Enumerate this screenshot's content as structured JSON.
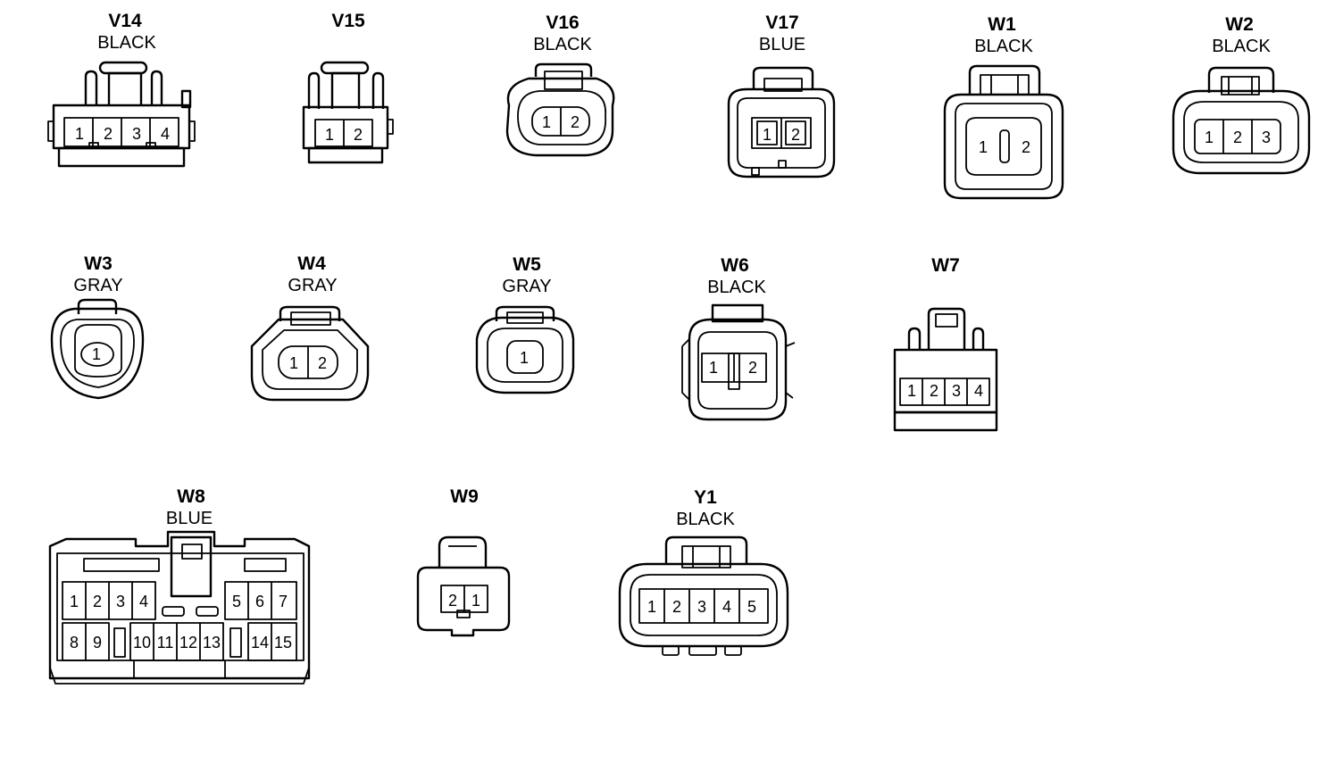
{
  "connectors": [
    {
      "code": "V14",
      "color": "BLACK",
      "pins": [
        "1",
        "2",
        "3",
        "4"
      ]
    },
    {
      "code": "V15",
      "color": "",
      "pins": [
        "1",
        "2"
      ]
    },
    {
      "code": "V16",
      "color": "BLACK",
      "pins": [
        "1",
        "2"
      ]
    },
    {
      "code": "V17",
      "color": "BLUE",
      "pins": [
        "1",
        "2"
      ]
    },
    {
      "code": "W1",
      "color": "BLACK",
      "pins": [
        "1",
        "2"
      ]
    },
    {
      "code": "W2",
      "color": "BLACK",
      "pins": [
        "1",
        "2",
        "3"
      ]
    },
    {
      "code": "W3",
      "color": "GRAY",
      "pins": [
        "1"
      ]
    },
    {
      "code": "W4",
      "color": "GRAY",
      "pins": [
        "1",
        "2"
      ]
    },
    {
      "code": "W5",
      "color": "GRAY",
      "pins": [
        "1"
      ]
    },
    {
      "code": "W6",
      "color": "BLACK",
      "pins": [
        "1",
        "2"
      ]
    },
    {
      "code": "W7",
      "color": "",
      "pins": [
        "1",
        "2",
        "3",
        "4"
      ]
    },
    {
      "code": "W8",
      "color": "BLUE",
      "pins": [
        "1",
        "2",
        "3",
        "4",
        "5",
        "6",
        "7",
        "8",
        "9",
        "10",
        "11",
        "12",
        "13",
        "14",
        "15"
      ]
    },
    {
      "code": "W9",
      "color": "",
      "pins": [
        "2",
        "1"
      ]
    },
    {
      "code": "Y1",
      "color": "BLACK",
      "pins": [
        "1",
        "2",
        "3",
        "4",
        "5"
      ]
    }
  ]
}
